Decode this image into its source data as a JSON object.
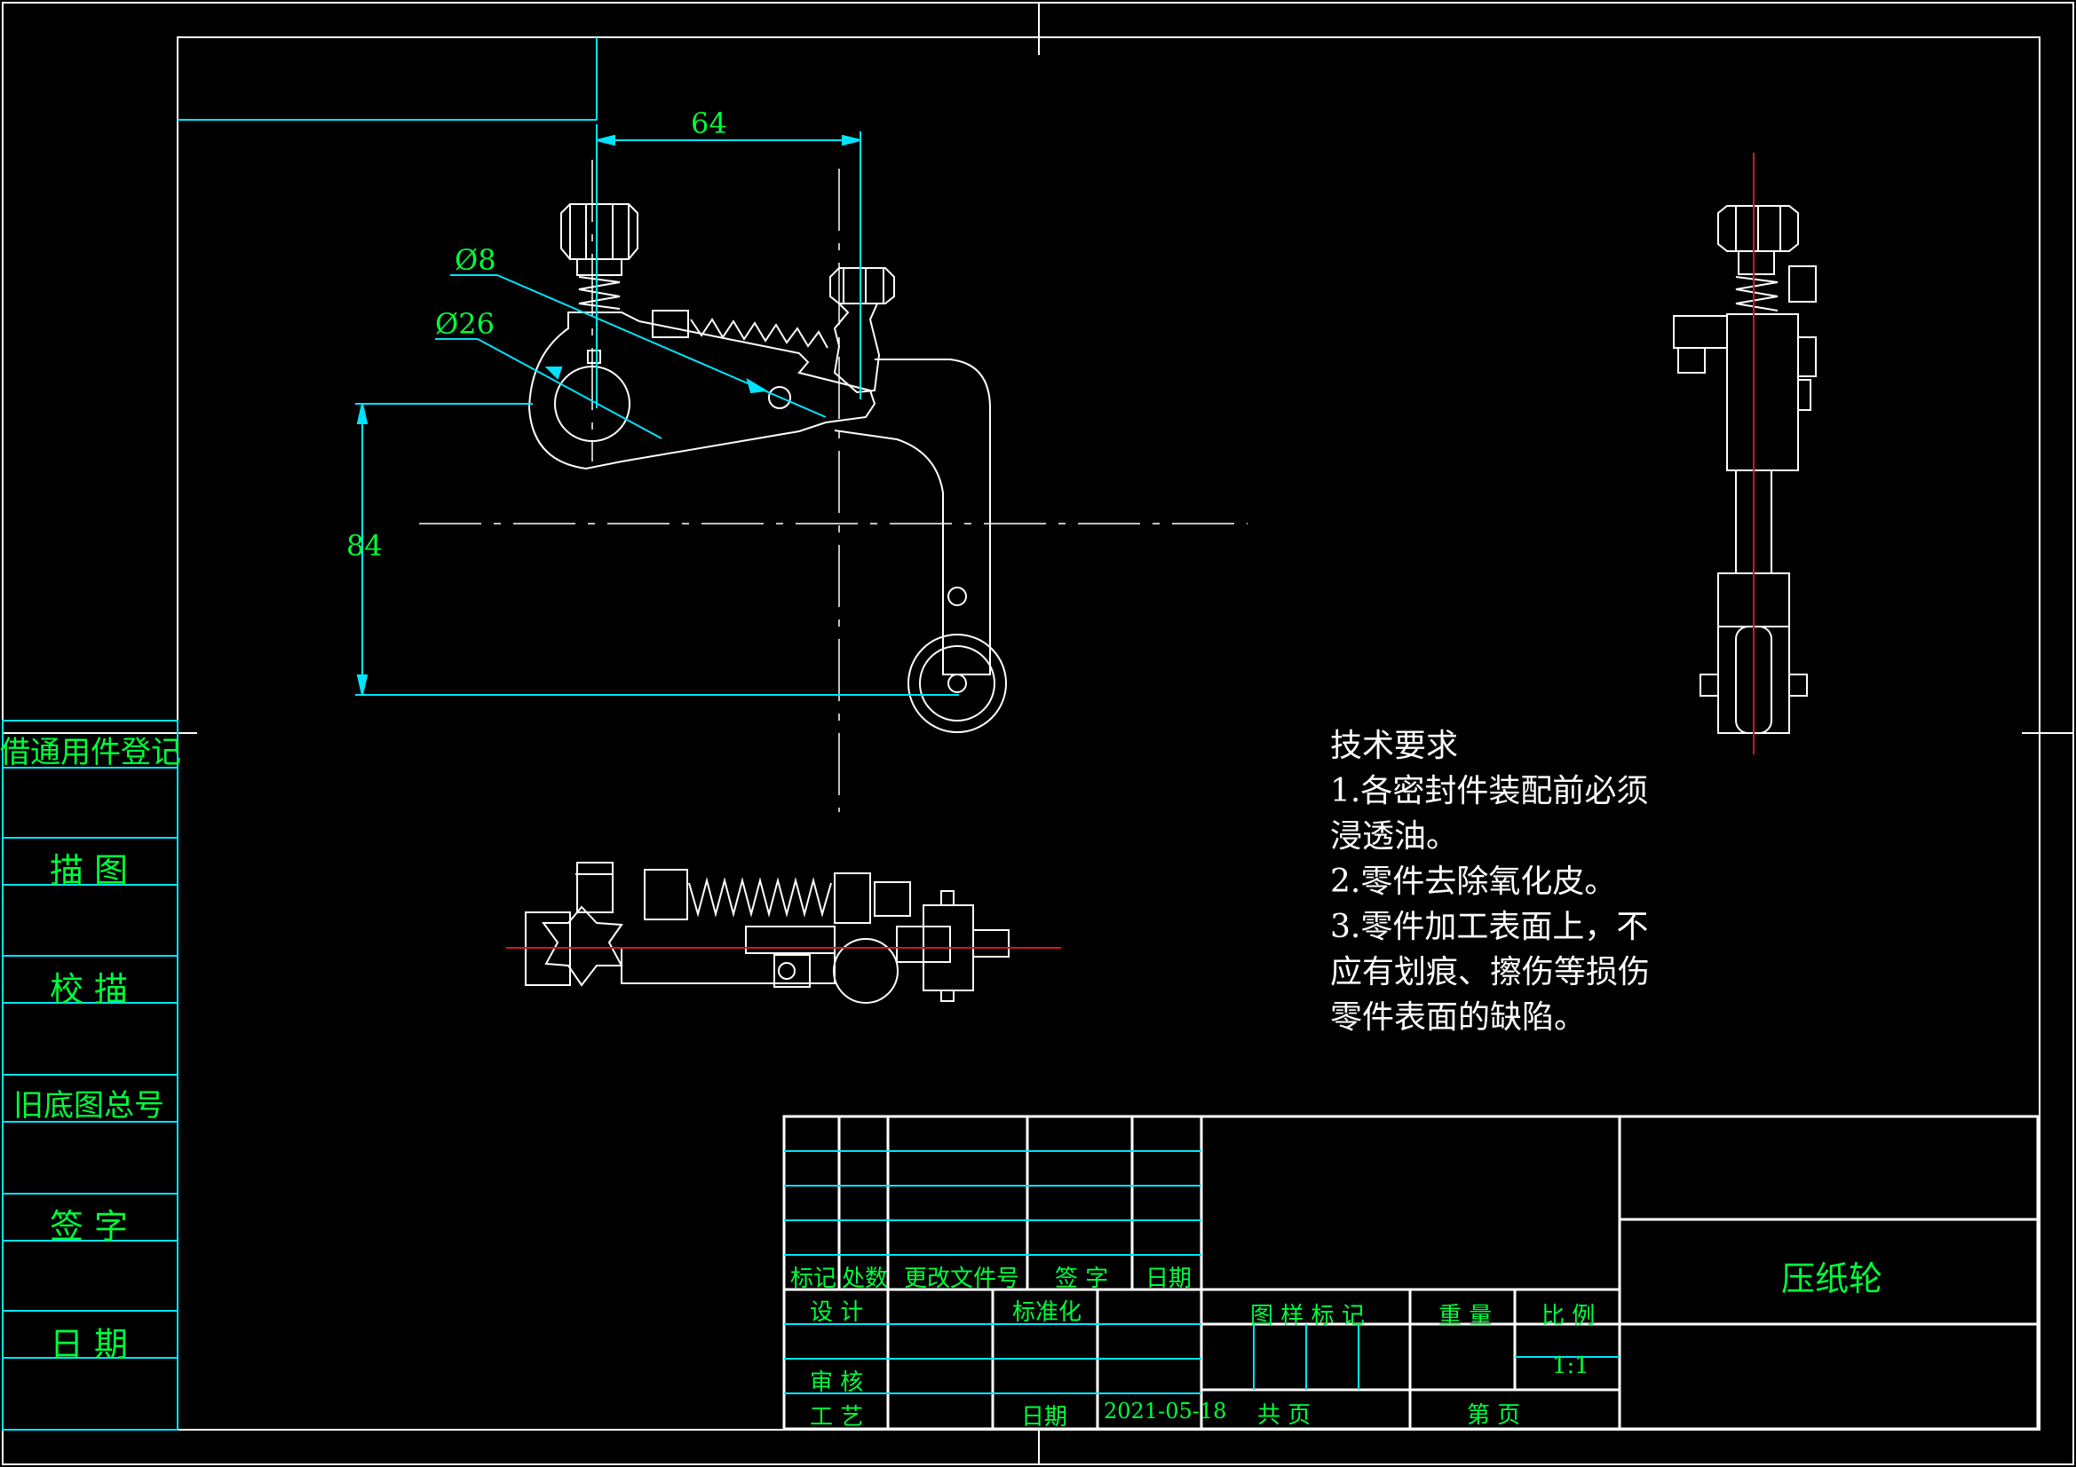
{
  "dimensions": {
    "width_label": "64",
    "height_label": "84",
    "small_dia_label": "Ø8",
    "large_dia_label": "Ø26"
  },
  "side_panel": {
    "labels": [
      "借通用件登记",
      "描 图",
      "校 描",
      "旧底图总号",
      "签 字",
      "日 期"
    ]
  },
  "tech_requirements": {
    "title": "技术要求",
    "lines": [
      "1.各密封件装配前必须",
      "浸透油。",
      "2.零件去除氧化皮。",
      "3.零件加工表面上，不",
      "应有划痕、擦伤等损伤",
      "零件表面的缺陷。"
    ]
  },
  "title_block": {
    "rev_headers": [
      "标记",
      "处数",
      "更改文件号",
      "签 字",
      "日期"
    ],
    "design": "设 计",
    "standardization": "标准化",
    "review": "审 核",
    "process": "工 艺",
    "date_label": "日期",
    "date_value": "2021-05-18",
    "sample_mark": "图 样 标 记",
    "weight": "重 量",
    "scale": "比 例",
    "scale_value": "1:1",
    "total_pages": "共      页",
    "page_no": "第      页",
    "part_name": "压纸轮"
  },
  "colors": {
    "background": "#000000",
    "frame": "#ffffff",
    "cyan": "#00e5ff",
    "green_text": "#00ff3c",
    "center_red": "#c81e1e"
  }
}
